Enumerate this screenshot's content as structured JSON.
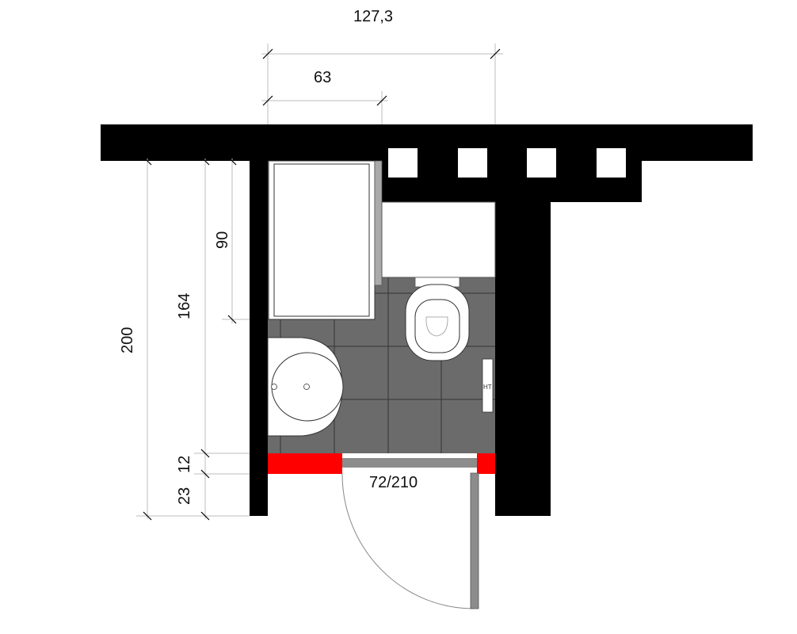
{
  "dimensions": {
    "total_width": "127,3",
    "bathtub_width": "63",
    "bathtub_length": "90",
    "room_depth": "164",
    "total_depth": "200",
    "lintel": "12",
    "wall_thickness": "23"
  },
  "door": {
    "label": "72/210"
  },
  "fixtures": {
    "radiator_label": "HT"
  },
  "colors": {
    "wall": "#000000",
    "floor": "#6b6b6b",
    "demolition": "#ff0000",
    "door": "#8c8c8c"
  }
}
